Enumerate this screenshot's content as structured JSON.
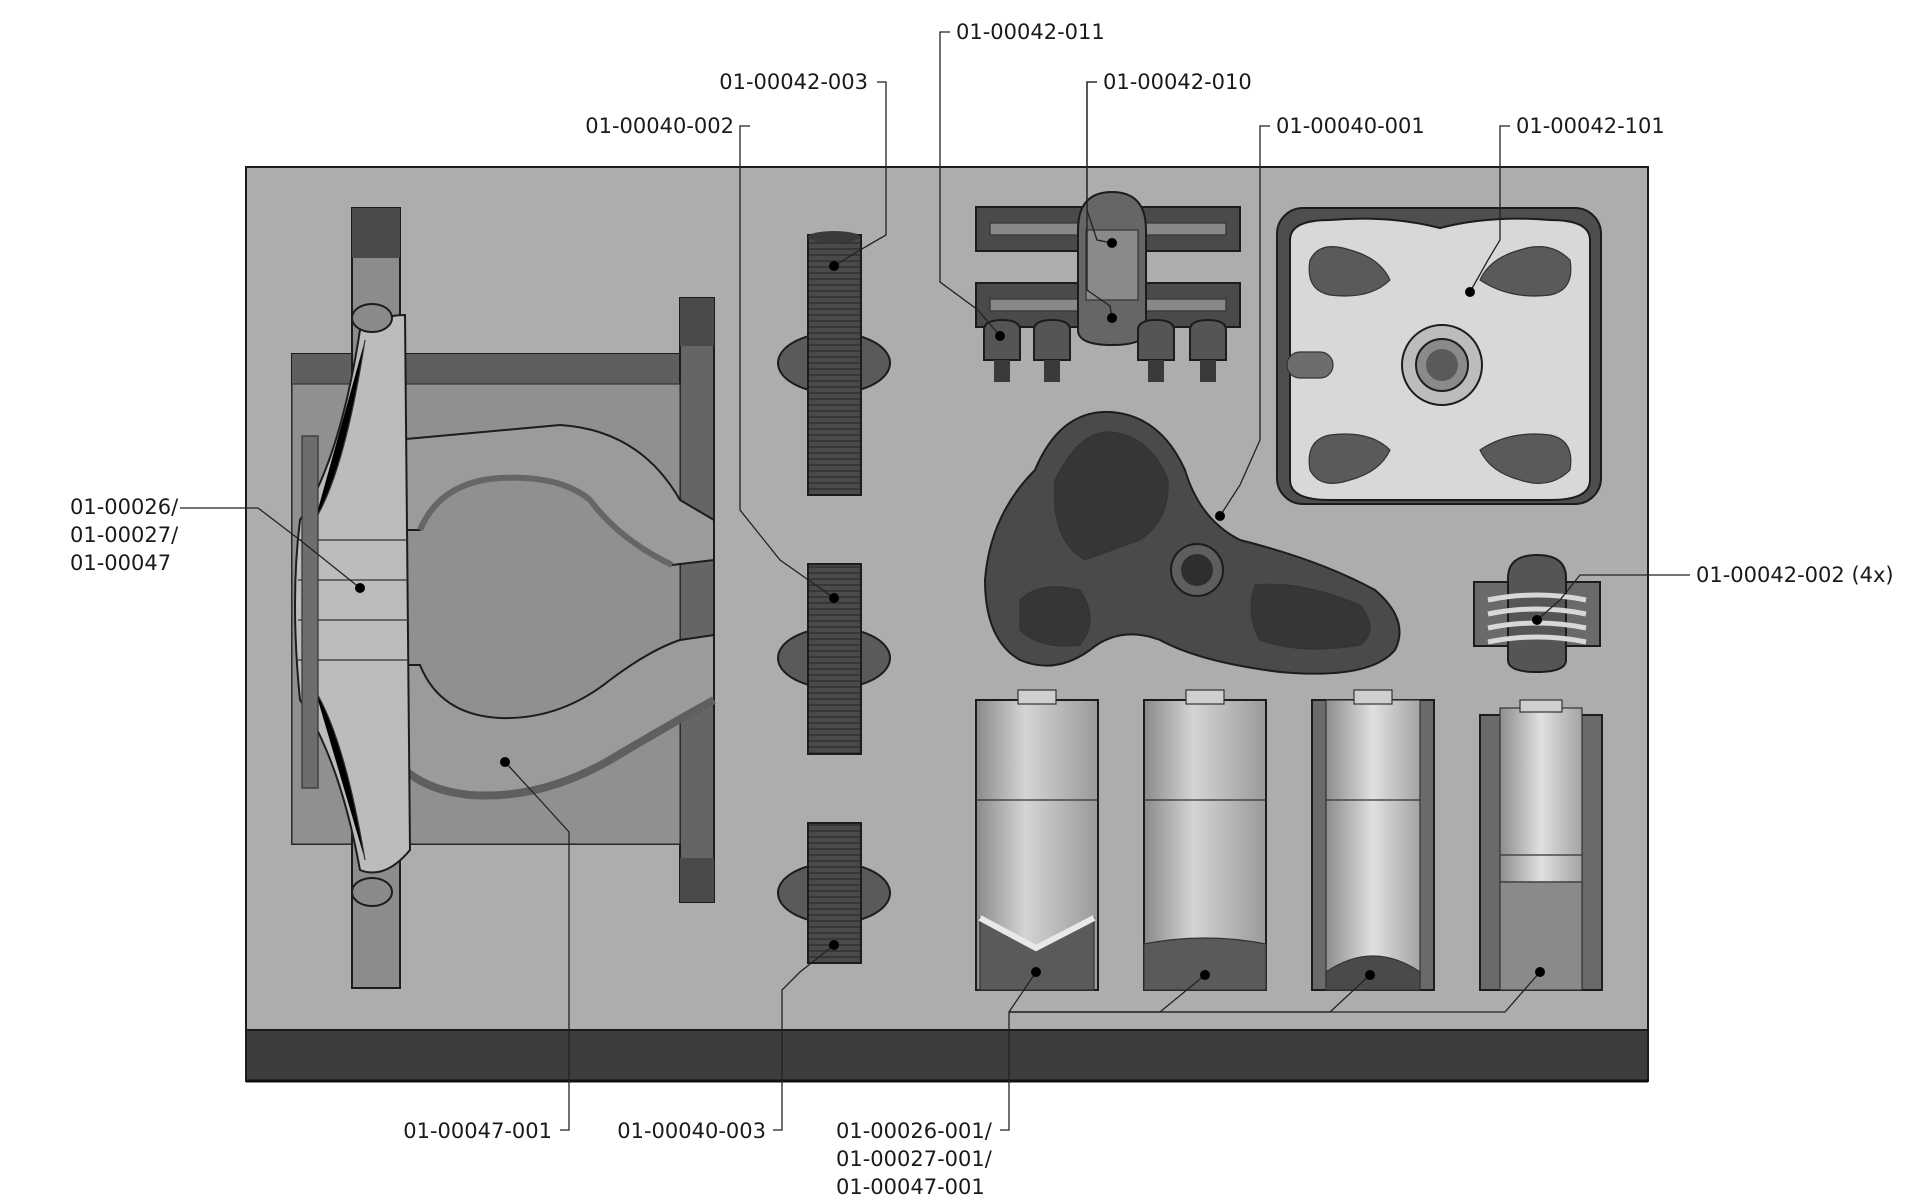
{
  "labels": {
    "a": "01-00042-011",
    "b": "01-00042-003",
    "c": "01-00042-010",
    "d": "01-00040-002",
    "e": "01-00040-001",
    "f": "01-00042-101",
    "g1": "01-00026/",
    "g2": "01-00027/",
    "g3": "01-00047",
    "h": "01-00042-002 (4x)",
    "i": "01-00047-001",
    "j": "01-00040-003",
    "k1": "01-00026-001/",
    "k2": "01-00027-001/",
    "k3": "01-00047-001"
  }
}
